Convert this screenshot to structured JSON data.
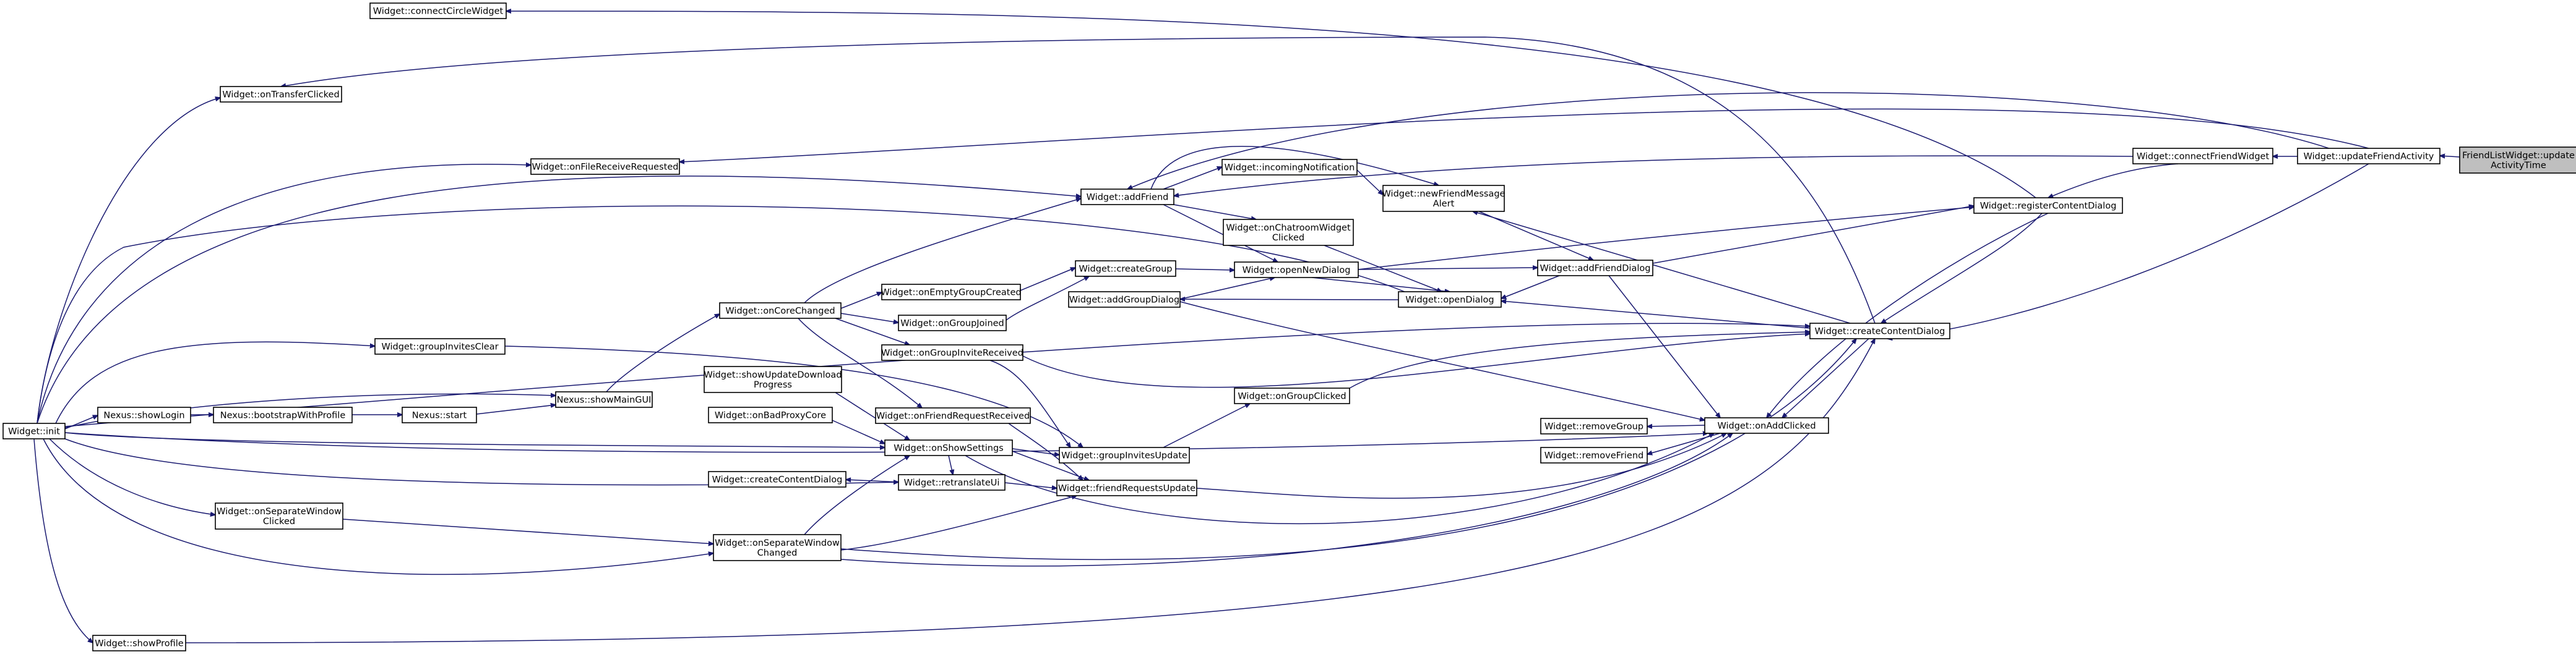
{
  "diagram": {
    "type": "call-graph",
    "colors": {
      "edge": "#191970",
      "root_fill": "#bfbfbf",
      "node_fill": "#ffffff",
      "node_border": "#000000"
    },
    "nodes": [
      {
        "id": "updateActivityTime",
        "lines": [
          "FriendListWidget::update",
          "ActivityTime"
        ],
        "root": true
      },
      {
        "id": "updateFriendActivity",
        "lines": [
          "Widget::updateFriendActivity"
        ]
      },
      {
        "id": "connectFriendWidget",
        "lines": [
          "Widget::connectFriendWidget"
        ]
      },
      {
        "id": "registerContentDialog",
        "lines": [
          "Widget::registerContentDialog"
        ]
      },
      {
        "id": "connectCircleWidget",
        "lines": [
          "Widget::connectCircleWidget"
        ]
      },
      {
        "id": "onTransferClicked",
        "lines": [
          "Widget::onTransferClicked"
        ]
      },
      {
        "id": "onFileReceiveRequested",
        "lines": [
          "Widget::onFileReceiveRequested"
        ]
      },
      {
        "id": "addFriend",
        "lines": [
          "Widget::addFriend"
        ]
      },
      {
        "id": "incomingNotification",
        "lines": [
          "Widget::incomingNotification"
        ]
      },
      {
        "id": "newFriendMessageAlert",
        "lines": [
          "Widget::newFriendMessage",
          "Alert"
        ]
      },
      {
        "id": "onChatroomWidgetClicked",
        "lines": [
          "Widget::onChatroomWidget",
          "Clicked"
        ]
      },
      {
        "id": "createGroup",
        "lines": [
          "Widget::createGroup"
        ]
      },
      {
        "id": "openNewDialog",
        "lines": [
          "Widget::openNewDialog"
        ]
      },
      {
        "id": "addFriendDialog",
        "lines": [
          "Widget::addFriendDialog"
        ]
      },
      {
        "id": "addGroupDialog",
        "lines": [
          "Widget::addGroupDialog"
        ]
      },
      {
        "id": "openDialog",
        "lines": [
          "Widget::openDialog"
        ]
      },
      {
        "id": "onEmptyGroupCreated",
        "lines": [
          "Widget::onEmptyGroupCreated"
        ]
      },
      {
        "id": "onCoreChanged",
        "lines": [
          "Widget::onCoreChanged"
        ]
      },
      {
        "id": "onGroupJoined",
        "lines": [
          "Widget::onGroupJoined"
        ]
      },
      {
        "id": "createContentDialog",
        "lines": [
          "Widget::createContentDialog"
        ]
      },
      {
        "id": "groupInvitesClear",
        "lines": [
          "Widget::groupInvitesClear"
        ]
      },
      {
        "id": "onGroupInviteReceived",
        "lines": [
          "Widget::onGroupInviteReceived"
        ]
      },
      {
        "id": "showUpdateDownloadProgress",
        "lines": [
          "Widget::showUpdateDownload",
          "Progress"
        ]
      },
      {
        "id": "onGroupClicked",
        "lines": [
          "Widget::onGroupClicked"
        ]
      },
      {
        "id": "init",
        "lines": [
          "Widget::init"
        ]
      },
      {
        "id": "showLogin",
        "lines": [
          "Nexus::showLogin"
        ]
      },
      {
        "id": "bootstrapWithProfile",
        "lines": [
          "Nexus::bootstrapWithProfile"
        ]
      },
      {
        "id": "start",
        "lines": [
          "Nexus::start"
        ]
      },
      {
        "id": "showMainGUI",
        "lines": [
          "Nexus::showMainGUI"
        ]
      },
      {
        "id": "onBadProxyCore",
        "lines": [
          "Widget::onBadProxyCore"
        ]
      },
      {
        "id": "onFriendRequestReceived",
        "lines": [
          "Widget::onFriendRequestReceived"
        ]
      },
      {
        "id": "removeGroup",
        "lines": [
          "Widget::removeGroup"
        ]
      },
      {
        "id": "onAddClicked",
        "lines": [
          "Widget::onAddClicked"
        ]
      },
      {
        "id": "removeFriend",
        "lines": [
          "Widget::removeFriend"
        ]
      },
      {
        "id": "onShowSettings",
        "lines": [
          "Widget::onShowSettings"
        ]
      },
      {
        "id": "groupInvitesUpdate",
        "lines": [
          "Widget::groupInvitesUpdate"
        ]
      },
      {
        "id": "createContentDialog2",
        "lines": [
          "Widget::createContentDialog"
        ]
      },
      {
        "id": "retranslateUi",
        "lines": [
          "Widget::retranslateUi"
        ]
      },
      {
        "id": "friendRequestsUpdate",
        "lines": [
          "Widget::friendRequestsUpdate"
        ]
      },
      {
        "id": "onSeparateWindowClicked",
        "lines": [
          "Widget::onSeparateWindow",
          "Clicked"
        ]
      },
      {
        "id": "onSeparateWindowChanged",
        "lines": [
          "Widget::onSeparateWindow",
          "Changed"
        ]
      },
      {
        "id": "showProfile",
        "lines": [
          "Widget::showProfile"
        ]
      }
    ]
  }
}
